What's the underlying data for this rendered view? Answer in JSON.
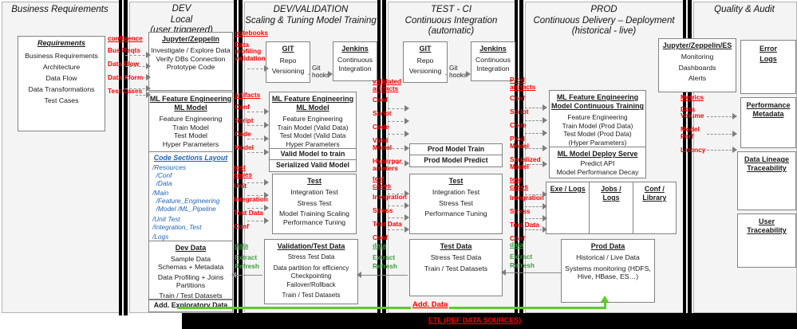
{
  "colors": {
    "red": "#ff0000",
    "blue": "#1f63b8",
    "green_text": "#3f9b3f",
    "green_line": "#5ecc28",
    "bar": "#000000"
  },
  "headers": {
    "p1": [
      "Business Requirements"
    ],
    "p2": [
      "DEV",
      "Local",
      "(user triggered)"
    ],
    "p3": [
      "DEV/VALIDATION",
      "Scaling & Tuning Model Training"
    ],
    "p4": [
      "TEST - CI",
      "Continuous Integration",
      "(automatic)"
    ],
    "p5": [
      "PROD",
      "Continuous Delivery – Deployment",
      "(historical - live)"
    ],
    "p6": [
      "Quality & Audit"
    ]
  },
  "boxes": {
    "requirements": {
      "title": [
        "Requirements"
      ],
      "items": [
        "Business Requirements",
        "Architecture",
        "Data Flow",
        "Data Transformations",
        "Test Cases"
      ]
    },
    "jupyter": {
      "title": [
        "Jupyter/Zeppelin"
      ],
      "items": [
        "Investigate / Explore Data",
        "Verify DBs Connection",
        "Prototype Code"
      ]
    },
    "ml_dev": {
      "title": [
        "ML Feature Engineering",
        "ML Model"
      ],
      "items": [
        "Feature Engineering",
        "Train Model",
        "Test Model",
        "Hyper Parameters"
      ],
      "code_title": "Code Sections Layout",
      "code_items": [
        "/Resources",
        "  /Conf",
        "  /Data",
        "",
        "/Main",
        "  /Feature_Engineering",
        "  /Model /ML_Pipeline",
        "",
        "/Unit Test",
        "/Integration_Test",
        "",
        "/Logs"
      ]
    },
    "dev_data": {
      "title": [
        "Dev Data"
      ],
      "items": [
        "Sample Data",
        "Schemas + Metadata",
        "",
        "Data Profiling + Joins",
        "Partitions",
        "",
        "Train / Test Datasets"
      ]
    },
    "add_exploratory": "Add. Exploratory Data",
    "git_dv": {
      "title": [
        "GIT"
      ],
      "items": [
        "Repo",
        "Versioning"
      ]
    },
    "jenkins_dv": {
      "title": [
        "Jenkins"
      ],
      "items": [
        "Continuous",
        "Integration"
      ]
    },
    "git_hooks": [
      "Git",
      "hooks"
    ],
    "ml_valid": {
      "title": [
        "ML Feature Engineering",
        "ML Model"
      ],
      "items": [
        "Feature Engineering",
        "Train Model (Valid Data)",
        "Test Model (Valid Data",
        "Hyper Parameters"
      ]
    },
    "valid_model_row": "Valid Model to train",
    "serialized_row": "Serialized Valid Model",
    "test_dv": {
      "title": [
        "Test"
      ],
      "items": [
        "Integration Test",
        "",
        "Stress Test",
        "",
        "Model Training Scaling",
        "Performance Tuning"
      ]
    },
    "validation_data": {
      "title": [
        "Validation/Test Data"
      ],
      "items": [
        "Stress Test Data",
        "",
        "Data partition for efficiency",
        "Checkpointing",
        "Failover/Rollback",
        "",
        "Train / Test Datasets"
      ]
    },
    "git_test": {
      "title": [
        "GIT"
      ],
      "items": [
        "Repo",
        "Versioning"
      ]
    },
    "jenkins_test": {
      "title": [
        "Jenkins"
      ],
      "items": [
        "Continuous",
        "Integration"
      ]
    },
    "prod_model_train_row": "Prod Model Train",
    "prod_model_predict_row": "Prod Model Predict",
    "test_ci": {
      "title": [
        "Test"
      ],
      "items": [
        "Integration Test",
        "",
        "Stress Test",
        "",
        "Performance Tuning"
      ]
    },
    "test_data": {
      "title": [
        "Test Data"
      ],
      "items": [
        "Stress Test Data",
        "",
        "Train / Test Datasets"
      ]
    },
    "ml_prod": {
      "title": [
        "ML Feature Engineering",
        "Model Continuous Training"
      ],
      "items": [
        "Feature Engineering",
        "Train Model (Prod Data)",
        "Test Model (Prod Data)",
        "(Hyper Parameters)"
      ]
    },
    "deploy": {
      "title": [
        "ML Model Deploy Serve"
      ],
      "items": [
        "Predict API",
        "Model Performance Decay"
      ]
    },
    "exe_cells": [
      [
        "Exe / Logs"
      ],
      [
        "Jobs /",
        "Logs"
      ],
      [
        "Conf /",
        "Library"
      ]
    ],
    "prod_data": {
      "title": [
        "Prod Data"
      ],
      "items": [
        "Historical / Live Data",
        "",
        "Systems monitoring (HDFS,",
        "Hive, HBase, ES…)"
      ]
    },
    "jupyter_es": {
      "title": [
        "Jupyter/Zeppelin/ES"
      ],
      "items": [
        "Monitoring",
        "",
        "Dashboards",
        "",
        "Alerts"
      ]
    },
    "error_logs": {
      "title": [
        "Error",
        "Logs"
      ]
    },
    "performance_metadata": {
      "title": [
        "Performance",
        "Metadata"
      ]
    },
    "data_lineage": {
      "title": [
        "Data Lineage",
        "Traceability"
      ]
    },
    "user_traceability": {
      "title": [
        "User",
        "Traceability"
      ]
    }
  },
  "flows": {
    "confluence": {
      "heading": "confluence",
      "items": [
        "Bus Reqts",
        "Data Flow",
        "Data Xform",
        "Test Cases"
      ]
    },
    "notebooks": {
      "heading": "notebooks",
      "items": [
        "Data profiling validation"
      ]
    },
    "artifacts_dev": {
      "heading": "artifacts",
      "items": [
        "Conf",
        "Script",
        "Code",
        "Model"
      ]
    },
    "testcases_dev": {
      "heading": "test cases",
      "items": [
        "Unit",
        "Integration",
        "Test Data",
        "Conf"
      ]
    },
    "validated": {
      "heading": "validated artifacts",
      "items": [
        "Conf",
        "Script",
        "Code",
        "Valid Model",
        "Hyperpar ameters"
      ]
    },
    "testcases_dv": {
      "heading": "test cases",
      "items": [
        "Integration",
        "Stress",
        "Test Data",
        "Conf"
      ]
    },
    "prod_artifacts": {
      "heading": "Prod artifacts",
      "items": [
        "Conf",
        "Script",
        "Code",
        "Prod Model",
        "Serialized Model"
      ]
    },
    "testcases_test": {
      "heading": "test cases",
      "items": [
        "Integration",
        "Stress",
        "Test Data",
        "Conf"
      ]
    },
    "metrics": {
      "heading": "Metrics",
      "items": [
        "Data Volume",
        "Model Perf",
        "Latency"
      ]
    },
    "extract": {
      "heading": "data",
      "items": [
        "Extract",
        "Refresh"
      ]
    },
    "add_data": "Add. Data",
    "etl": "ETL (REF DATA SOURCES)"
  }
}
